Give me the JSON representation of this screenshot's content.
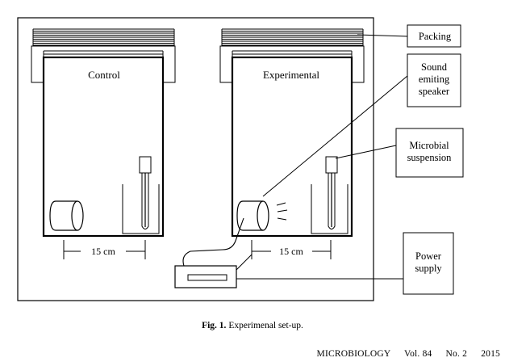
{
  "diagram": {
    "chambers": [
      {
        "label": "Control",
        "distance": "15 cm"
      },
      {
        "label": "Experimental",
        "distance": "15 cm"
      }
    ],
    "callouts": {
      "packing": "Packing",
      "speaker": [
        "Sound",
        "emiting",
        "speaker"
      ],
      "suspension": [
        "Microbial",
        "suspension"
      ],
      "power": [
        "Power",
        "supply"
      ]
    }
  },
  "caption": {
    "prefix": "Fig. 1.",
    "text": "Experimenal set-up."
  },
  "footer": {
    "journal": "MICROBIOLOGY",
    "volume": "Vol. 84",
    "number": "No. 2",
    "year": "2015"
  }
}
